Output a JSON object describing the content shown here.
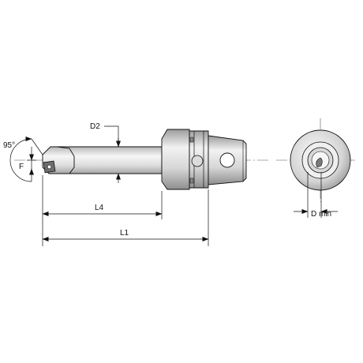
{
  "labels": {
    "angle": "95°",
    "f": "F",
    "d2": "D2",
    "l4": "L4",
    "l1": "L1",
    "dmin": "D min"
  },
  "colors": {
    "line": "#111111",
    "body_fill": "#e6e6e6",
    "body_light": "#f4f4f4",
    "body_dark": "#9a9a9a",
    "centerline": "#555555"
  }
}
